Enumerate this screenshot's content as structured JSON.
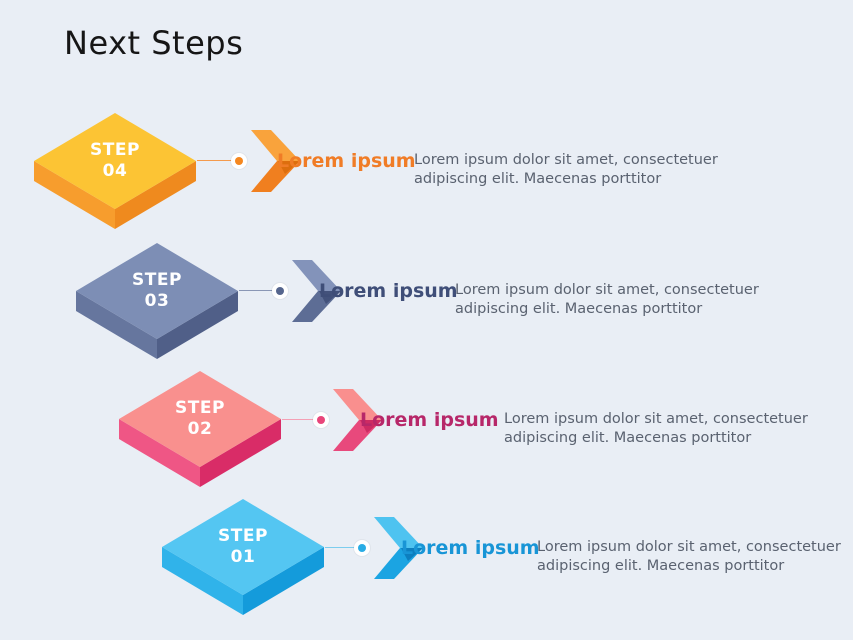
{
  "slide": {
    "title": "Next Steps",
    "background": "#E9EEF5",
    "title_color": "#161616",
    "body_text_color": "#5A6270"
  },
  "steps": [
    {
      "name": "step-04",
      "label": "STEP",
      "number": "04",
      "heading": "Lorem ipsum",
      "body": "Lorem ipsum dolor sit amet, consectetuer adipiscing elit. Maecenas porttitor",
      "colors": {
        "face_top": "#FCC434",
        "face_left": "#F79D2D",
        "face_right": "#EF8A1E",
        "chevron_top": "#F9A33C",
        "chevron_bottom": "#F07F1F",
        "chevron_fold": "#DD6E0D",
        "accent": "#F5871F",
        "heading": "#F07C26",
        "line": "#F49A4C"
      }
    },
    {
      "name": "step-03",
      "label": "STEP",
      "number": "03",
      "heading": "Lorem ipsum",
      "body": "Lorem ipsum dolor sit amet, consectetuer adipiscing elit. Maecenas porttitor",
      "colors": {
        "face_top": "#7D8EB5",
        "face_left": "#66769E",
        "face_right": "#505F88",
        "chevron_top": "#8393BA",
        "chevron_bottom": "#5D6D95",
        "chevron_fold": "#43527B",
        "accent": "#55658D",
        "heading": "#3F4E78",
        "line": "#8A97B5"
      }
    },
    {
      "name": "step-02",
      "label": "STEP",
      "number": "02",
      "heading": "Lorem ipsum",
      "body": "Lorem ipsum dolor sit amet, consectetuer adipiscing elit. Maecenas porttitor",
      "colors": {
        "face_top": "#F9908E",
        "face_left": "#EF5685",
        "face_right": "#D92C67",
        "chevron_top": "#F98F8E",
        "chevron_bottom": "#E8497C",
        "chevron_fold": "#CE2B63",
        "accent": "#E8457A",
        "heading": "#B72769",
        "line": "#F4A0B5"
      }
    },
    {
      "name": "step-01",
      "label": "STEP",
      "number": "01",
      "heading": "Lorem ipsum",
      "body": "Lorem ipsum dolor sit amet, consectetuer adipiscing elit. Maecenas porttitor",
      "colors": {
        "face_top": "#54C6F2",
        "face_left": "#30B3EA",
        "face_right": "#149BDB",
        "chevron_top": "#4EC3F0",
        "chevron_bottom": "#1BA4E2",
        "chevron_fold": "#0D7FBF",
        "accent": "#29ACE5",
        "heading": "#1895D6",
        "line": "#7CCDEE"
      }
    }
  ]
}
